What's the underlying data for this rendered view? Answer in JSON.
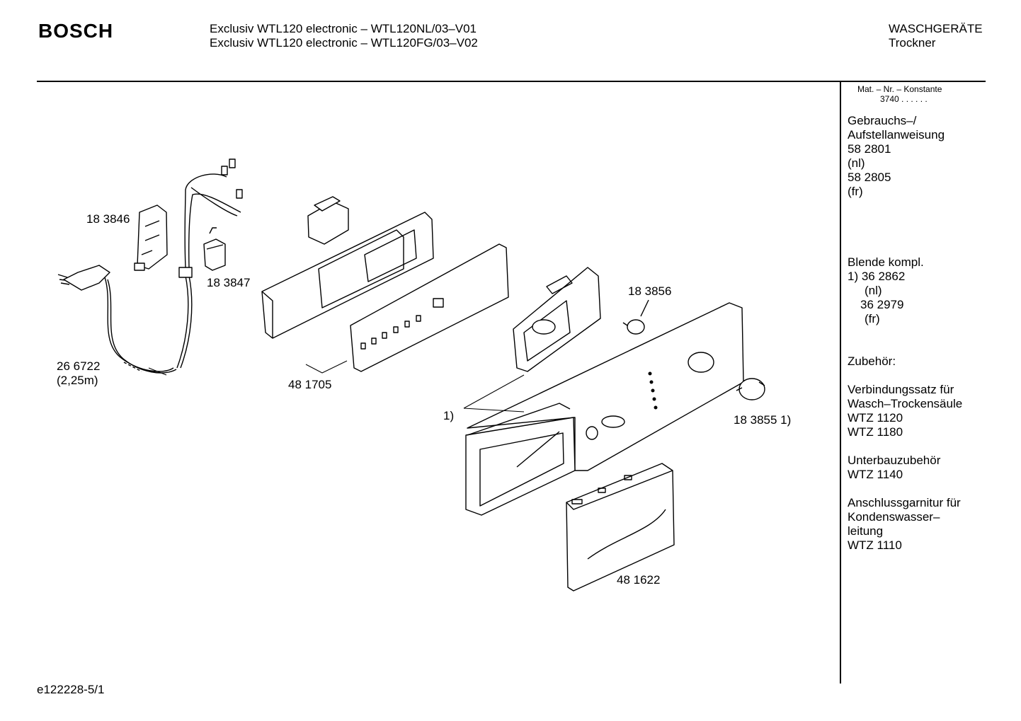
{
  "header": {
    "brand": "BOSCH",
    "models": [
      "Exclusiv WTL120 electronic – WTL120NL/03–V01",
      "Exclusiv WTL120 electronic – WTL120FG/03–V02"
    ],
    "category": "WASCHGERÄTE",
    "subcategory": "Trockner"
  },
  "sidebar": {
    "mat_nr_title": "Mat. – Nr. – Konstante",
    "mat_nr_value": "3740 .  .  .  .  .  .",
    "manual_title_1": "Gebrauchs–/",
    "manual_title_2": "Aufstellanweisung",
    "manual_nl_nr": "58 2801",
    "manual_nl_lang": "(nl)",
    "manual_fr_nr": "58 2805",
    "manual_fr_lang": "(fr)",
    "panel_title": "Blende kompl.",
    "panel_nl_nr": "1) 36 2862",
    "panel_nl_lang": "(nl)",
    "panel_fr_nr": "36 2979",
    "panel_fr_lang": "(fr)",
    "accessories_title": "Zubehör:",
    "kit_title_1": "Verbindungssatz für",
    "kit_title_2": "Wasch–Trockensäule",
    "kit_nr_1": "WTZ 1120",
    "kit_nr_2": "WTZ 1180",
    "under_title": "Unterbauzubehör",
    "under_nr": "WTZ 1140",
    "drain_title_1": "Anschlussgarnitur für",
    "drain_title_2": "Kondenswasser–",
    "drain_title_3": "leitung",
    "drain_nr": "WTZ 1110"
  },
  "parts": {
    "p183846": "18 3846",
    "p183847": "18 3847",
    "p266722": "26 6722",
    "p266722_len": "(2,25m)",
    "p481705": "48 1705",
    "p183856": "18 3856",
    "p183855": "18 3855 1)",
    "p1": "1)",
    "p481622": "48 1622"
  },
  "footer": {
    "doc_id": "e122228-5/1"
  }
}
